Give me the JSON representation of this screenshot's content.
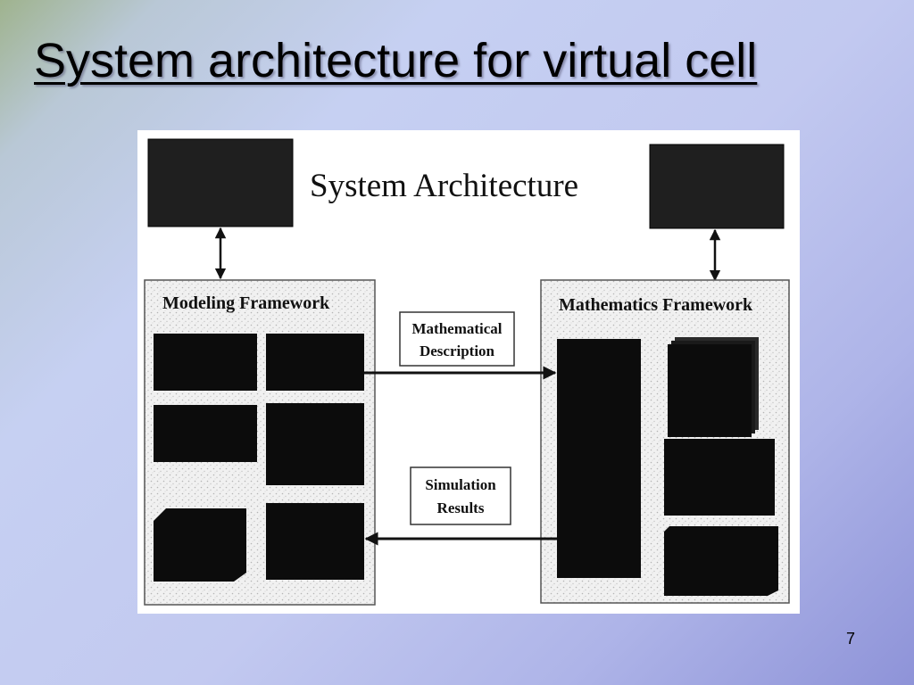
{
  "slide": {
    "title": "System architecture for virtual cell",
    "page_number": "7"
  },
  "diagram": {
    "heading": "System Architecture",
    "modeling_framework": {
      "label": "Modeling Framework"
    },
    "mathematics_framework": {
      "label": "Mathematics Framework"
    },
    "mathematical_description": {
      "line1": "Mathematical",
      "line2": "Description"
    },
    "simulation_results": {
      "line1": "Simulation",
      "line2": "Results"
    }
  }
}
